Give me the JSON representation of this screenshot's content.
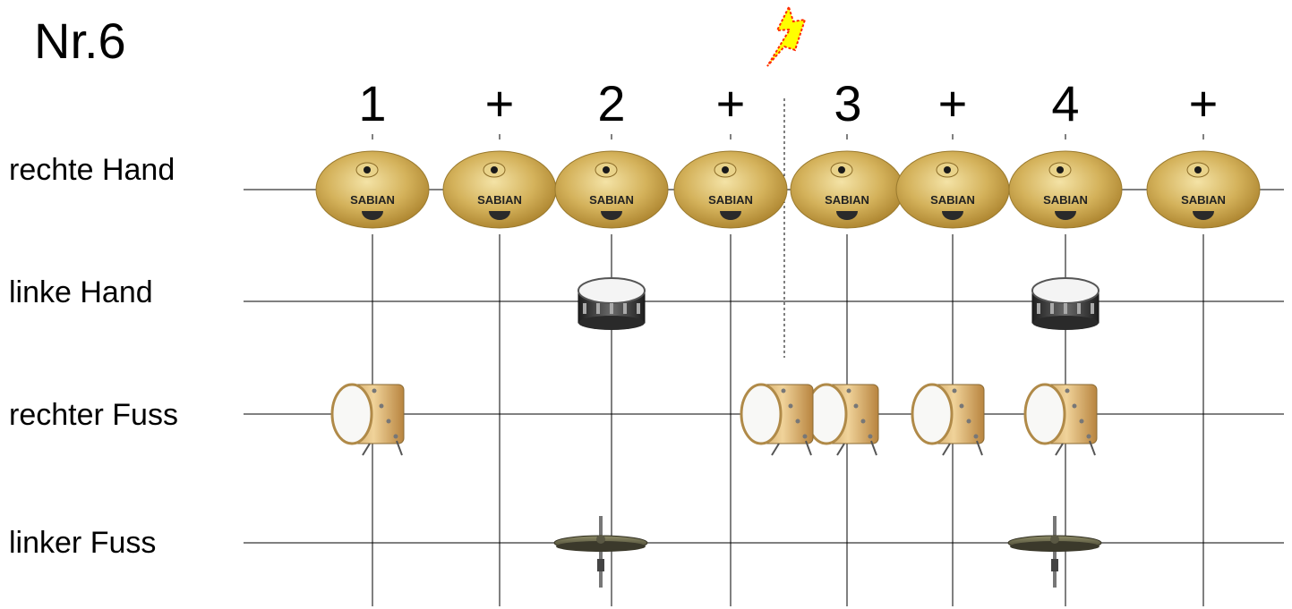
{
  "title": "Nr.6",
  "beats": [
    "1",
    "+",
    "2",
    "+",
    "3",
    "+",
    "4",
    "+"
  ],
  "rows": [
    {
      "label": "rechte Hand",
      "instrument": "ride-cymbal",
      "hits": [
        1,
        1,
        1,
        1,
        1,
        1,
        1,
        1
      ]
    },
    {
      "label": "linke Hand",
      "instrument": "snare-drum",
      "hits": [
        0,
        0,
        1,
        0,
        0,
        0,
        1,
        0
      ]
    },
    {
      "label": "rechter Fuss",
      "instrument": "bass-drum",
      "hits": [
        1,
        0,
        0,
        0,
        1,
        1,
        1,
        0
      ],
      "extra_hits": [
        "before-3"
      ]
    },
    {
      "label": "linker Fuss",
      "instrument": "hi-hat",
      "hits": [
        0,
        0,
        1,
        0,
        0,
        0,
        1,
        0
      ]
    }
  ],
  "cymbal_brand_text": "SABIAN",
  "accent_marker": "lightning-icon",
  "colors": {
    "cymbal_gold": "#c9a64a",
    "drum_shell": "#d8b170",
    "snare_shell": "#3a3a3a",
    "lightning_yellow": "#ffff00",
    "lightning_outline": "#ff2a00",
    "line": "#000000"
  }
}
